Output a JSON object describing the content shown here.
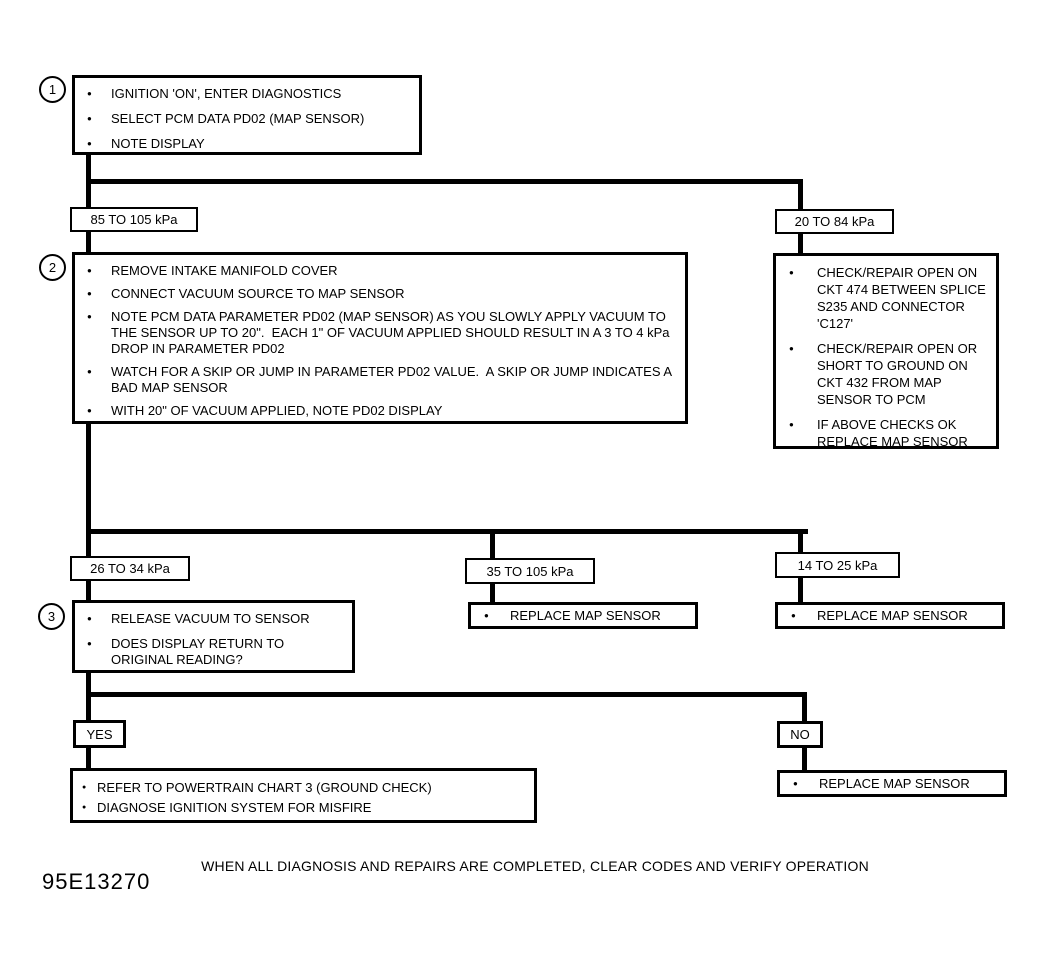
{
  "figure": {
    "footer_note": "WHEN ALL DIAGNOSIS AND REPAIRS ARE COMPLETED, CLEAR CODES AND VERIFY OPERATION",
    "figure_id": "95E13270",
    "ink_color": "#000000",
    "paper_color": "#ffffff"
  },
  "steps": {
    "step1": {
      "number": "1",
      "bullets": [
        "IGNITION 'ON', ENTER DIAGNOSTICS",
        "SELECT PCM DATA PD02 (MAP SENSOR)",
        "NOTE DISPLAY"
      ]
    },
    "step2": {
      "number": "2",
      "bullets": [
        "REMOVE INTAKE MANIFOLD COVER",
        "CONNECT VACUUM SOURCE TO MAP SENSOR",
        "NOTE PCM DATA PARAMETER PD02 (MAP SENSOR) AS YOU SLOWLY APPLY VACUUM TO THE SENSOR UP TO 20\".  EACH 1\" OF VACUUM APPLIED SHOULD RESULT IN A 3 TO 4 kPa DROP IN PARAMETER PD02",
        "WATCH FOR A SKIP OR JUMP IN PARAMETER PD02 VALUE.  A SKIP OR JUMP INDICATES A BAD MAP SENSOR",
        "WITH 20\" OF VACUUM APPLIED, NOTE PD02 DISPLAY"
      ]
    },
    "step3": {
      "number": "3",
      "bullets": [
        "RELEASE VACUUM TO SENSOR",
        "DOES DISPLAY RETURN TO ORIGINAL READING?"
      ]
    }
  },
  "branches": {
    "b85_105": "85 TO 105 kPa",
    "b20_84": "20 TO 84 kPa",
    "b26_34": "26 TO 34 kPa",
    "b35_105": "35 TO 105 kPa",
    "b14_25": "14 TO 25 kPa",
    "yes": "YES",
    "no": "NO"
  },
  "actions": {
    "ckt_repair": {
      "bullets": [
        "CHECK/REPAIR OPEN ON CKT 474 BETWEEN SPLICE S235 AND CONNECTOR 'C127'",
        "CHECK/REPAIR OPEN OR SHORT TO GROUND ON CKT 432 FROM MAP SENSOR TO PCM",
        "IF ABOVE CHECKS OK REPLACE MAP SENSOR"
      ]
    },
    "replace_mid": {
      "bullets": [
        "REPLACE MAP SENSOR"
      ]
    },
    "replace_right": {
      "bullets": [
        "REPLACE MAP SENSOR"
      ]
    },
    "replace_no": {
      "bullets": [
        "REPLACE MAP SENSOR"
      ]
    },
    "yes_result": {
      "bullets": [
        "REFER TO POWERTRAIN CHART 3 (GROUND CHECK)",
        "DIAGNOSE IGNITION SYSTEM FOR MISFIRE"
      ]
    }
  }
}
